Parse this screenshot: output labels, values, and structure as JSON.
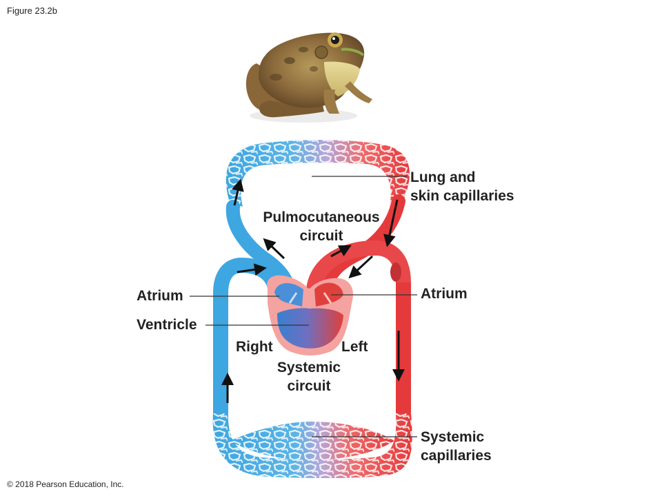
{
  "figure_label": "Figure 23.2b",
  "copyright": "© 2018 Pearson Education, Inc.",
  "labels": {
    "lung_skin_line1": "Lung and",
    "lung_skin_line2": "skin capillaries",
    "pulmo_line1": "Pulmocutaneous",
    "pulmo_line2": "circuit",
    "atrium_left_side": "Atrium",
    "atrium_right_side": "Atrium",
    "ventricle": "Ventricle",
    "right": "Right",
    "left": "Left",
    "systemic_circuit_line1": "Systemic",
    "systemic_circuit_line2": "circuit",
    "systemic_cap_line1": "Systemic",
    "systemic_cap_line2": "capillaries"
  },
  "colors": {
    "oxygen_poor": "#3ea6e0",
    "oxygen_rich": "#e53a3c",
    "heart": "#f4a3a0"
  }
}
